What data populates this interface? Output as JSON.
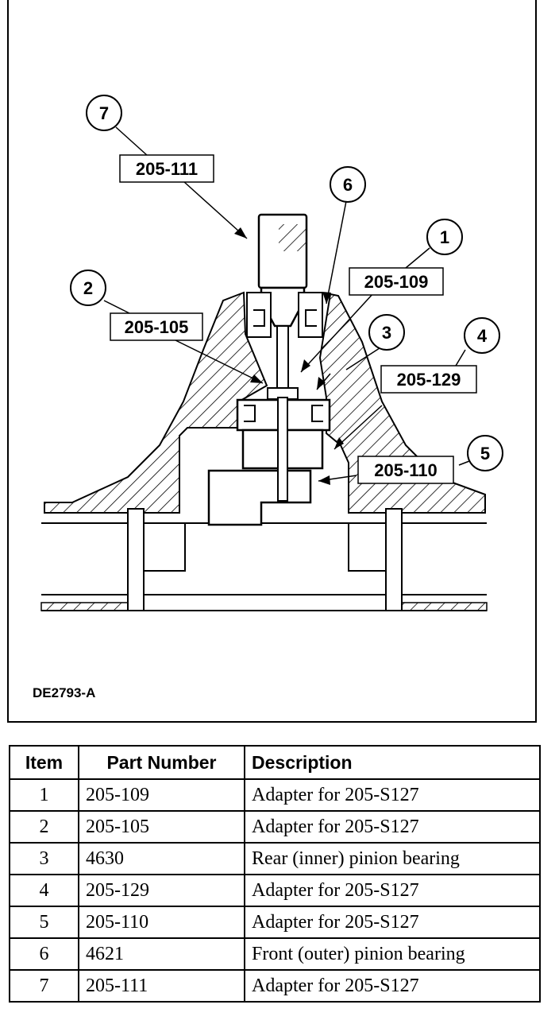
{
  "figure": {
    "id": "DE2793-A",
    "callouts": [
      {
        "number": "7",
        "part": "205-111"
      },
      {
        "number": "6",
        "part": ""
      },
      {
        "number": "1",
        "part": "205-109"
      },
      {
        "number": "2",
        "part": "205-105"
      },
      {
        "number": "3",
        "part": ""
      },
      {
        "number": "4",
        "part": "205-129"
      },
      {
        "number": "5",
        "part": "205-110"
      }
    ]
  },
  "table": {
    "headers": {
      "item": "Item",
      "part_number": "Part Number",
      "description": "Description"
    },
    "rows": [
      {
        "item": "1",
        "part_number": "205-109",
        "description": "Adapter for 205-S127"
      },
      {
        "item": "2",
        "part_number": "205-105",
        "description": "Adapter for 205-S127"
      },
      {
        "item": "3",
        "part_number": "4630",
        "description": "Rear (inner) pinion bearing"
      },
      {
        "item": "4",
        "part_number": "205-129",
        "description": "Adapter for 205-S127"
      },
      {
        "item": "5",
        "part_number": "205-110",
        "description": "Adapter for 205-S127"
      },
      {
        "item": "6",
        "part_number": "4621",
        "description": "Front (outer) pinion bearing"
      },
      {
        "item": "7",
        "part_number": "205-111",
        "description": "Adapter for 205-S127"
      }
    ]
  }
}
